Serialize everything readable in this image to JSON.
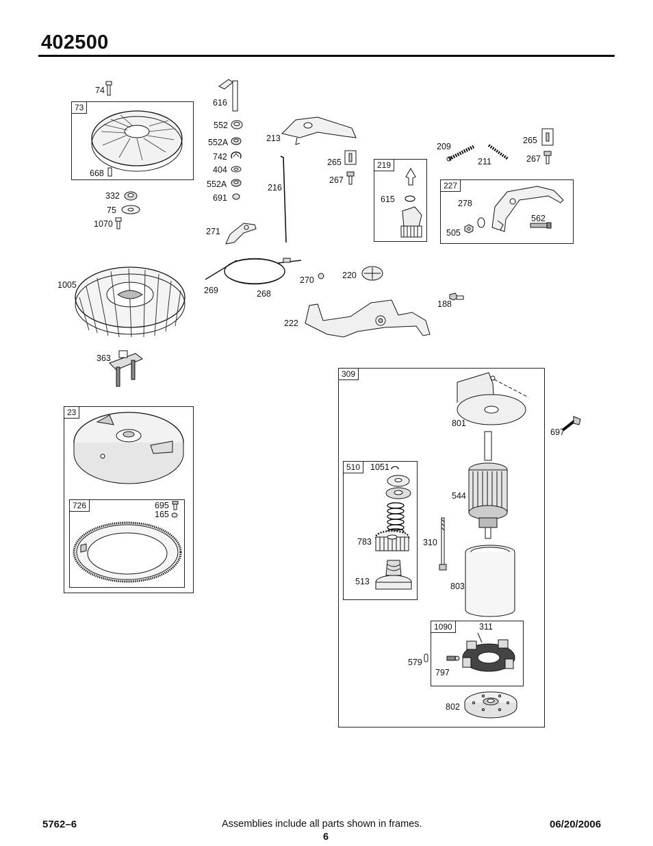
{
  "header": {
    "model_number": "402500"
  },
  "frames": {
    "f73": "73",
    "f219": "219",
    "f227": "227",
    "f309": "309",
    "f23": "23",
    "f726": "726",
    "f510": "510",
    "f1090": "1090"
  },
  "labels": {
    "l74": "74",
    "l668": "668",
    "l332": "332",
    "l75": "75",
    "l1070": "1070",
    "l616": "616",
    "l552a": "552",
    "l552A1": "552A",
    "l742": "742",
    "l404": "404",
    "l552A2": "552A",
    "l691": "691",
    "l213": "213",
    "l265a": "265",
    "l267a": "267",
    "l216": "216",
    "l615": "615",
    "l209": "209",
    "l211": "211",
    "l265b": "265",
    "l267b": "267",
    "l278": "278",
    "l562": "562",
    "l505": "505",
    "l271": "271",
    "l1005": "1005",
    "l269": "269",
    "l268": "268",
    "l270": "270",
    "l220": "220",
    "l188": "188",
    "l222": "222",
    "l363": "363",
    "l801": "801",
    "l697": "697",
    "l1051": "1051",
    "l544": "544",
    "l783": "783",
    "l310": "310",
    "l513": "513",
    "l803": "803",
    "l311": "311",
    "l579": "579",
    "l797": "797",
    "l802": "802",
    "l695": "695",
    "l165": "165"
  },
  "footer": {
    "doc_number": "5762–6",
    "note": "Assemblies include all parts shown in frames.",
    "page": "6",
    "date": "06/20/2006"
  },
  "colors": {
    "ink": "#111111",
    "part_fill": "#f2f2f2",
    "part_shade": "#c8c8c8"
  }
}
